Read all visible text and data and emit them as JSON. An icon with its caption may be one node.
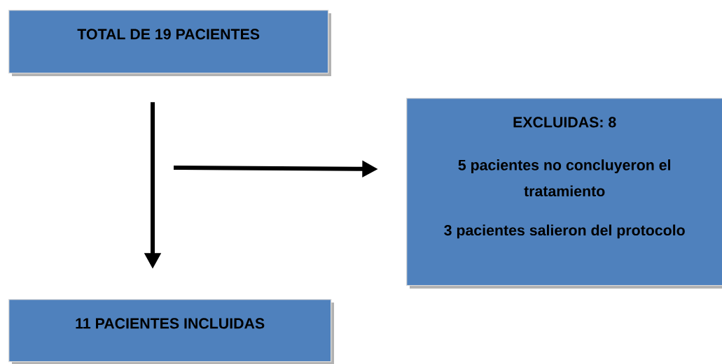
{
  "diagram": {
    "nodes": [
      {
        "text": [
          "TOTAL DE 19 PACIENTES"
        ]
      },
      {
        "text": [
          "EXCLUIDAS: 8",
          "5 pacientes no concluyeron el tratamiento",
          "3 pacientes salieron del protocolo"
        ]
      },
      {
        "text": [
          "11 PACIENTES INCLUIDAS"
        ]
      }
    ],
    "edges": [
      {
        "from": 0,
        "to": 2,
        "arrow": "to"
      },
      {
        "from": null,
        "to": 1,
        "arrow": "to"
      }
    ]
  }
}
